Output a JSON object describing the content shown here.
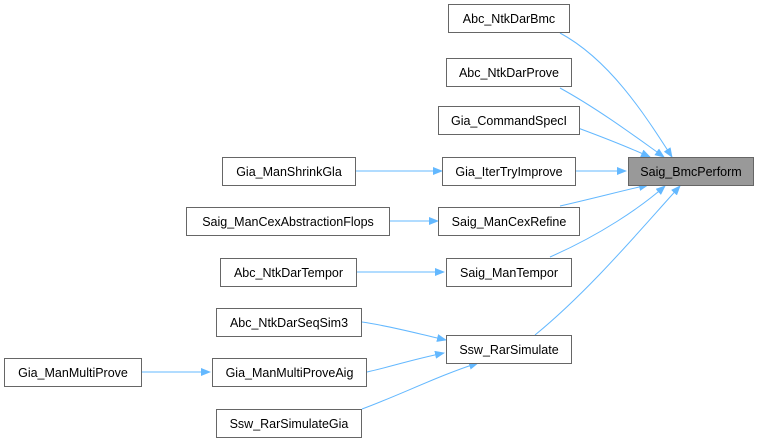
{
  "colors": {
    "edge": "#63b8ff",
    "node_border": "#666666",
    "root_fill": "#999999"
  },
  "nodes": {
    "root": "Saig_BmcPerform",
    "abc_ntkdarbmc": "Abc_NtkDarBmc",
    "abc_ntkdarprove": "Abc_NtkDarProve",
    "gia_commandspeci": "Gia_CommandSpecI",
    "gia_itertryimprove": "Gia_IterTryImprove",
    "gia_manshrinkgla": "Gia_ManShrinkGla",
    "saig_mancexrefine": "Saig_ManCexRefine",
    "saig_mancexabstractionflops": "Saig_ManCexAbstractionFlops",
    "saig_mantempor": "Saig_ManTempor",
    "abc_ntkdartempor": "Abc_NtkDarTempor",
    "ssw_rarsimulate": "Ssw_RarSimulate",
    "abc_ntkdarseqsim3": "Abc_NtkDarSeqSim3",
    "gia_manmultiproveaig": "Gia_ManMultiProveAig",
    "gia_manmultiprove": "Gia_ManMultiProve",
    "ssw_rarsimulategia": "Ssw_RarSimulateGia"
  }
}
